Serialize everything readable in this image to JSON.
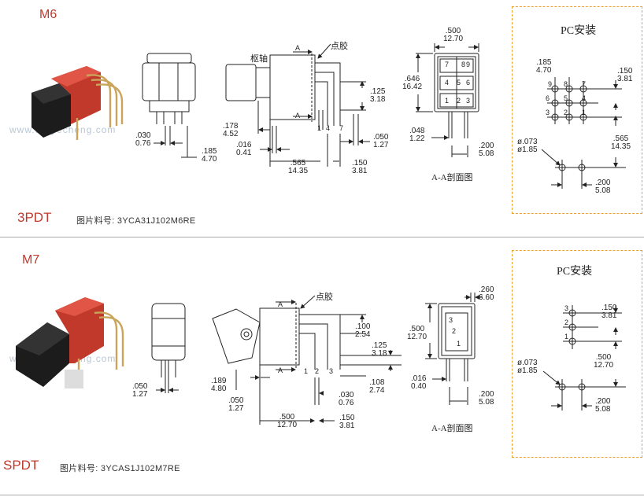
{
  "sections": [
    {
      "model": "M6",
      "type": "3PDT",
      "part_label": "图片料号: 3YCA31J102M6RE",
      "pc_title": "PC安装",
      "section_title": "A-A剖面图",
      "labels": {
        "pivot": "枢轴",
        "glue": "点胶",
        "section_a": "A"
      },
      "pins_side": [
        "1",
        "4",
        "7"
      ],
      "grid_pins": [
        [
          "9",
          "8",
          "7"
        ],
        [
          "6",
          "5",
          "4"
        ],
        [
          "3",
          "2",
          "1"
        ]
      ],
      "dims": {
        "d030": [
          ".030",
          "0.76"
        ],
        "d185b": [
          ".185",
          "4.70"
        ],
        "d178": [
          ".178",
          "4.52"
        ],
        "d016": [
          ".016",
          "0.41"
        ],
        "d565": [
          ".565",
          "14.35"
        ],
        "d150": [
          ".150",
          "3.81"
        ],
        "d125": [
          ".125",
          "3.18"
        ],
        "d050": [
          ".050",
          "1.27"
        ],
        "d500": [
          ".500",
          "12.70"
        ],
        "d646": [
          ".646",
          "16.42"
        ],
        "d048": [
          ".048",
          "1.22"
        ],
        "d200": [
          ".200",
          "5.08"
        ],
        "pc185": [
          ".185",
          "4.70"
        ],
        "pc150": [
          ".150",
          "3.81"
        ],
        "pc565": [
          ".565",
          "14.35"
        ],
        "pc073": [
          "ø.073",
          "ø1.85"
        ],
        "pc200": [
          ".200",
          "5.08"
        ]
      }
    },
    {
      "model": "M7",
      "type": "SPDT",
      "part_label": "图片料号: 3YCAS1J102M7RE",
      "pc_title": "PC安装",
      "section_title": "A-A剖面图",
      "labels": {
        "glue": "点胶",
        "section_a": "A"
      },
      "pins_side": [
        "1",
        "2",
        "3"
      ],
      "grid_pins": [
        "3",
        "2",
        "1"
      ],
      "dims": {
        "d050a": [
          ".050",
          "1.27"
        ],
        "d189": [
          ".189",
          "4.80"
        ],
        "d050b": [
          ".050",
          "1.27"
        ],
        "d500": [
          ".500",
          "12.70"
        ],
        "d030": [
          ".030",
          "0.76"
        ],
        "d150": [
          ".150",
          "3.81"
        ],
        "d100": [
          ".100",
          "2.54"
        ],
        "d125": [
          ".125",
          "3.18"
        ],
        "d108": [
          ".108",
          "2.74"
        ],
        "d260": [
          ".260",
          "6.60"
        ],
        "d500s": [
          ".500",
          "12.70"
        ],
        "d016": [
          ".016",
          "0.40"
        ],
        "d200": [
          ".200",
          "5.08"
        ],
        "pc150": [
          ".150",
          "3.81"
        ],
        "pc500": [
          ".500",
          "12.70"
        ],
        "pc073": [
          "ø.073",
          "ø1.85"
        ],
        "pc200": [
          ".200",
          "5.08"
        ]
      }
    }
  ],
  "watermark": "www.dg-yecheng.com"
}
